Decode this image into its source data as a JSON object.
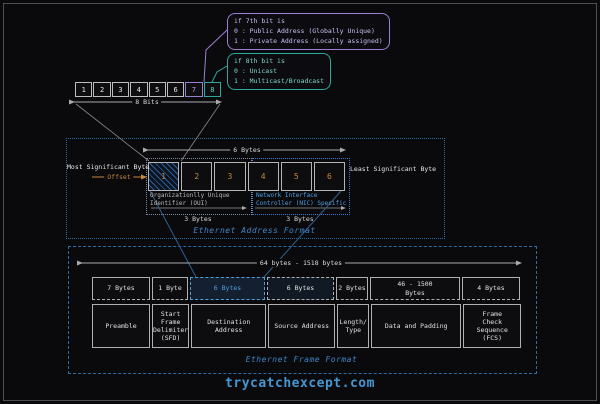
{
  "callouts": {
    "bit7": {
      "lines": [
        "if 7th bit is",
        "0 : Public Address (Globally Unique)",
        "1 : Private Address (Locally assigned)"
      ],
      "accent": "#9b7fd4"
    },
    "bit8": {
      "lines": [
        "if 8th bit is",
        "0 : Unicast",
        "1 : Multicast/Broadcast"
      ],
      "accent": "#2fa79a"
    }
  },
  "bit_row": {
    "bits": [
      "1",
      "2",
      "3",
      "4",
      "5",
      "6",
      "7",
      "8"
    ],
    "width_label": "8 Bits"
  },
  "address_section": {
    "msb_label": "Most Significant Byte",
    "offset_label": "Offset",
    "lsb_label": "Least Significant Byte",
    "width_label": "6 Bytes",
    "bytes": [
      "1",
      "2",
      "3",
      "4",
      "5",
      "6"
    ],
    "oui": {
      "line1": "Organizationlly Unique",
      "line2": "Identifier (OUI)",
      "size": "3 Bytes"
    },
    "nic": {
      "line1": "Network Interface",
      "line2": "Controller (NIC) Specific",
      "size": "3 Bytes"
    },
    "caption": "Ethernet Address Format"
  },
  "frame_section": {
    "width_label": "64 bytes - 1518 bytes",
    "caption": "Ethernet Frame Format",
    "fields": [
      {
        "size": "7 Bytes",
        "name": "Preamble"
      },
      {
        "size": "1 Byte",
        "name": "Start Frame Delimiter (SFD)"
      },
      {
        "size": "6 Bytes",
        "name": "Destination Address"
      },
      {
        "size": "6 Bytes",
        "name": "Source Address"
      },
      {
        "size": "2 Bytes",
        "name": "Length/ Type"
      },
      {
        "size": "46 - 1500 Bytes",
        "name": "Data and Padding"
      },
      {
        "size": "4 Bytes",
        "name": "Frame Check Sequence (FCS)"
      }
    ]
  },
  "footer": {
    "site": "trycatchexcept.com"
  },
  "colors": {
    "accent_blue": "#4d9fdf",
    "accent_orange": "#c9873d",
    "accent_purple": "#9b7fd4",
    "accent_teal": "#2fa79a",
    "container_blue": "#2e6da4",
    "background": "#0a0a0d"
  }
}
